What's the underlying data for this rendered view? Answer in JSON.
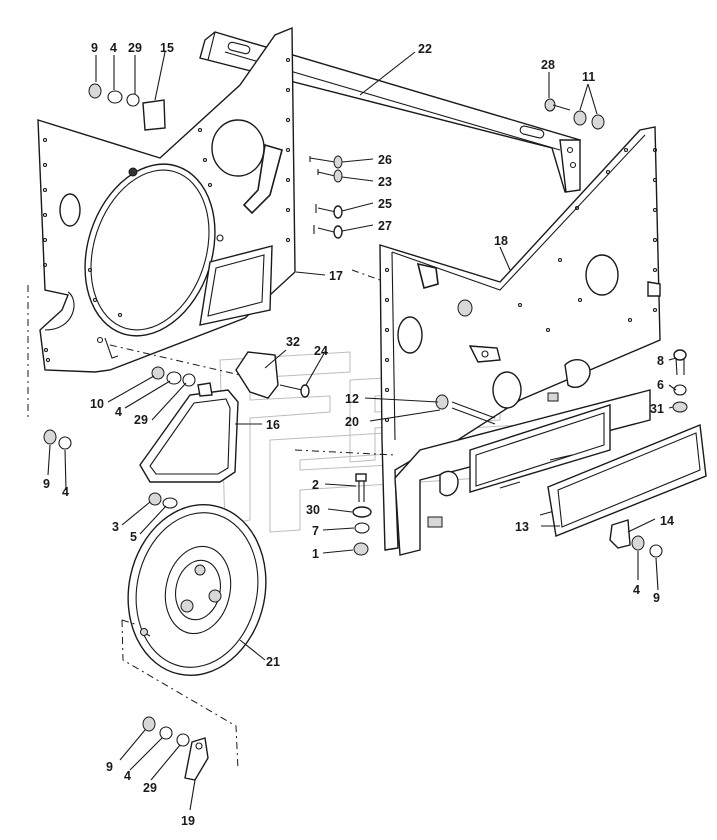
{
  "diagram": {
    "callouts": [
      "1",
      "2",
      "3",
      "4",
      "5",
      "6",
      "7",
      "8",
      "9",
      "10",
      "11",
      "12",
      "13",
      "14",
      "15",
      "16",
      "17",
      "18",
      "19",
      "20",
      "21",
      "22",
      "23",
      "24",
      "25",
      "26",
      "27",
      "28",
      "29",
      "30",
      "31",
      "32"
    ]
  },
  "colors": {
    "ink": "#1a1a1a",
    "paper": "#ffffff",
    "shade": "#d8d8d8",
    "watermark": "#bdbdbd"
  }
}
